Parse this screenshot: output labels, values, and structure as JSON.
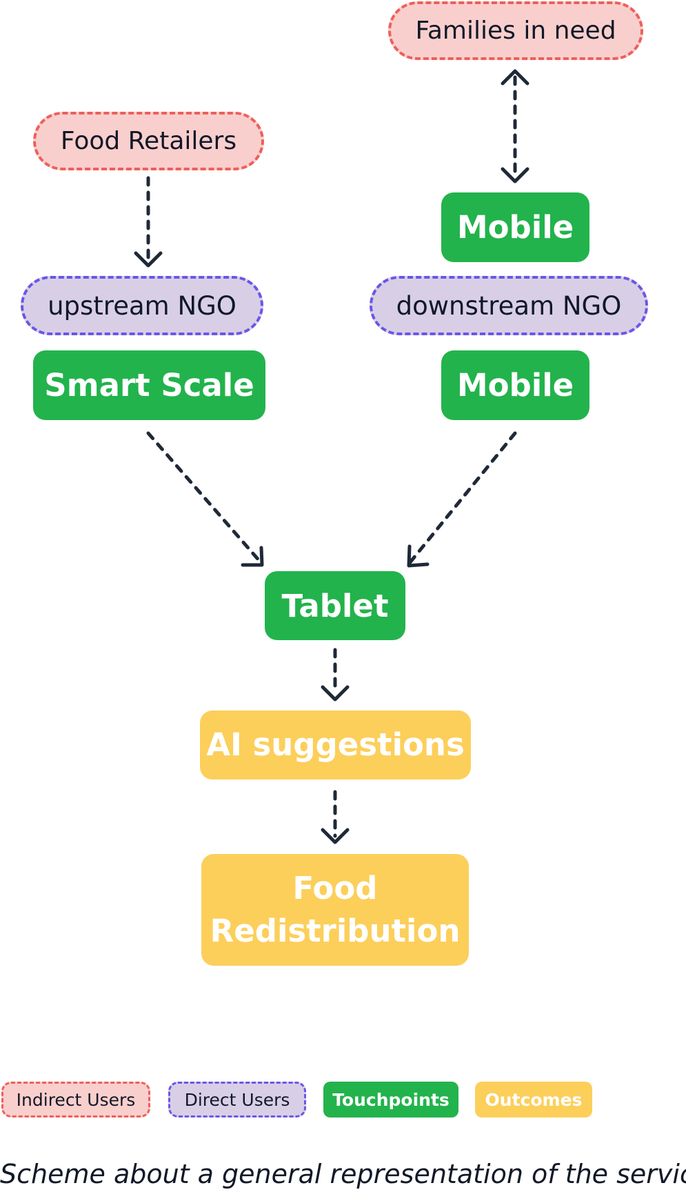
{
  "nodes": {
    "families_in_need": "Families in need",
    "food_retailers": "Food Retailers",
    "mobile_top": "Mobile",
    "upstream_ngo": "upstream NGO",
    "downstream_ngo": "downstream NGO",
    "smart_scale": "Smart Scale",
    "mobile_bottom": "Mobile",
    "tablet": "Tablet",
    "ai_suggestions": "AI suggestions",
    "food_redistribution_line1": "Food",
    "food_redistribution_line2": "Redistribution"
  },
  "legend": {
    "indirect_users": "Indirect Users",
    "direct_users": "Direct Users",
    "touchpoints": "Touchpoints",
    "outcomes": "Outcomes"
  },
  "caption": "Scheme about a general representation of the service",
  "colors": {
    "indirect_fill": "#f9cfcd",
    "indirect_border": "#ee5f5a",
    "direct_fill": "#d8cfe6",
    "direct_border": "#6a56e8",
    "touchpoint": "#22b34c",
    "outcome": "#fccf5b",
    "arrow": "#1f2937"
  }
}
